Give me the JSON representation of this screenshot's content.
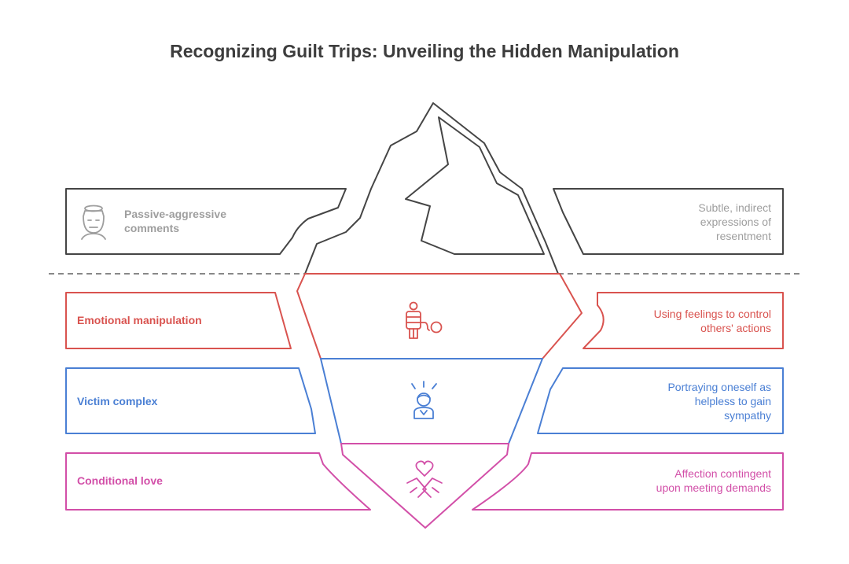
{
  "title": "Recognizing Guilt Trips: Unveiling the Hidden Manipulation",
  "levels": [
    {
      "label": "Passive-aggressive\ncomments",
      "description": "Subtle, indirect\nexpressions of\nresentment",
      "color": "#9e9e9e",
      "icon": "person-with-halo-icon"
    },
    {
      "label": "Emotional manipulation",
      "description": "Using feelings to control\nothers' actions",
      "color": "#d9534f",
      "icon": "ball-and-chain-prisoner-icon"
    },
    {
      "label": "Victim complex",
      "description": "Portraying oneself as\nhelpless to gain\nsympathy",
      "color": "#4a7fd4",
      "icon": "distressed-person-icon"
    },
    {
      "label": "Conditional love",
      "description": "Affection contingent\nupon meeting demands",
      "color": "#d24fa8",
      "icon": "heart-hands-icon"
    }
  ]
}
